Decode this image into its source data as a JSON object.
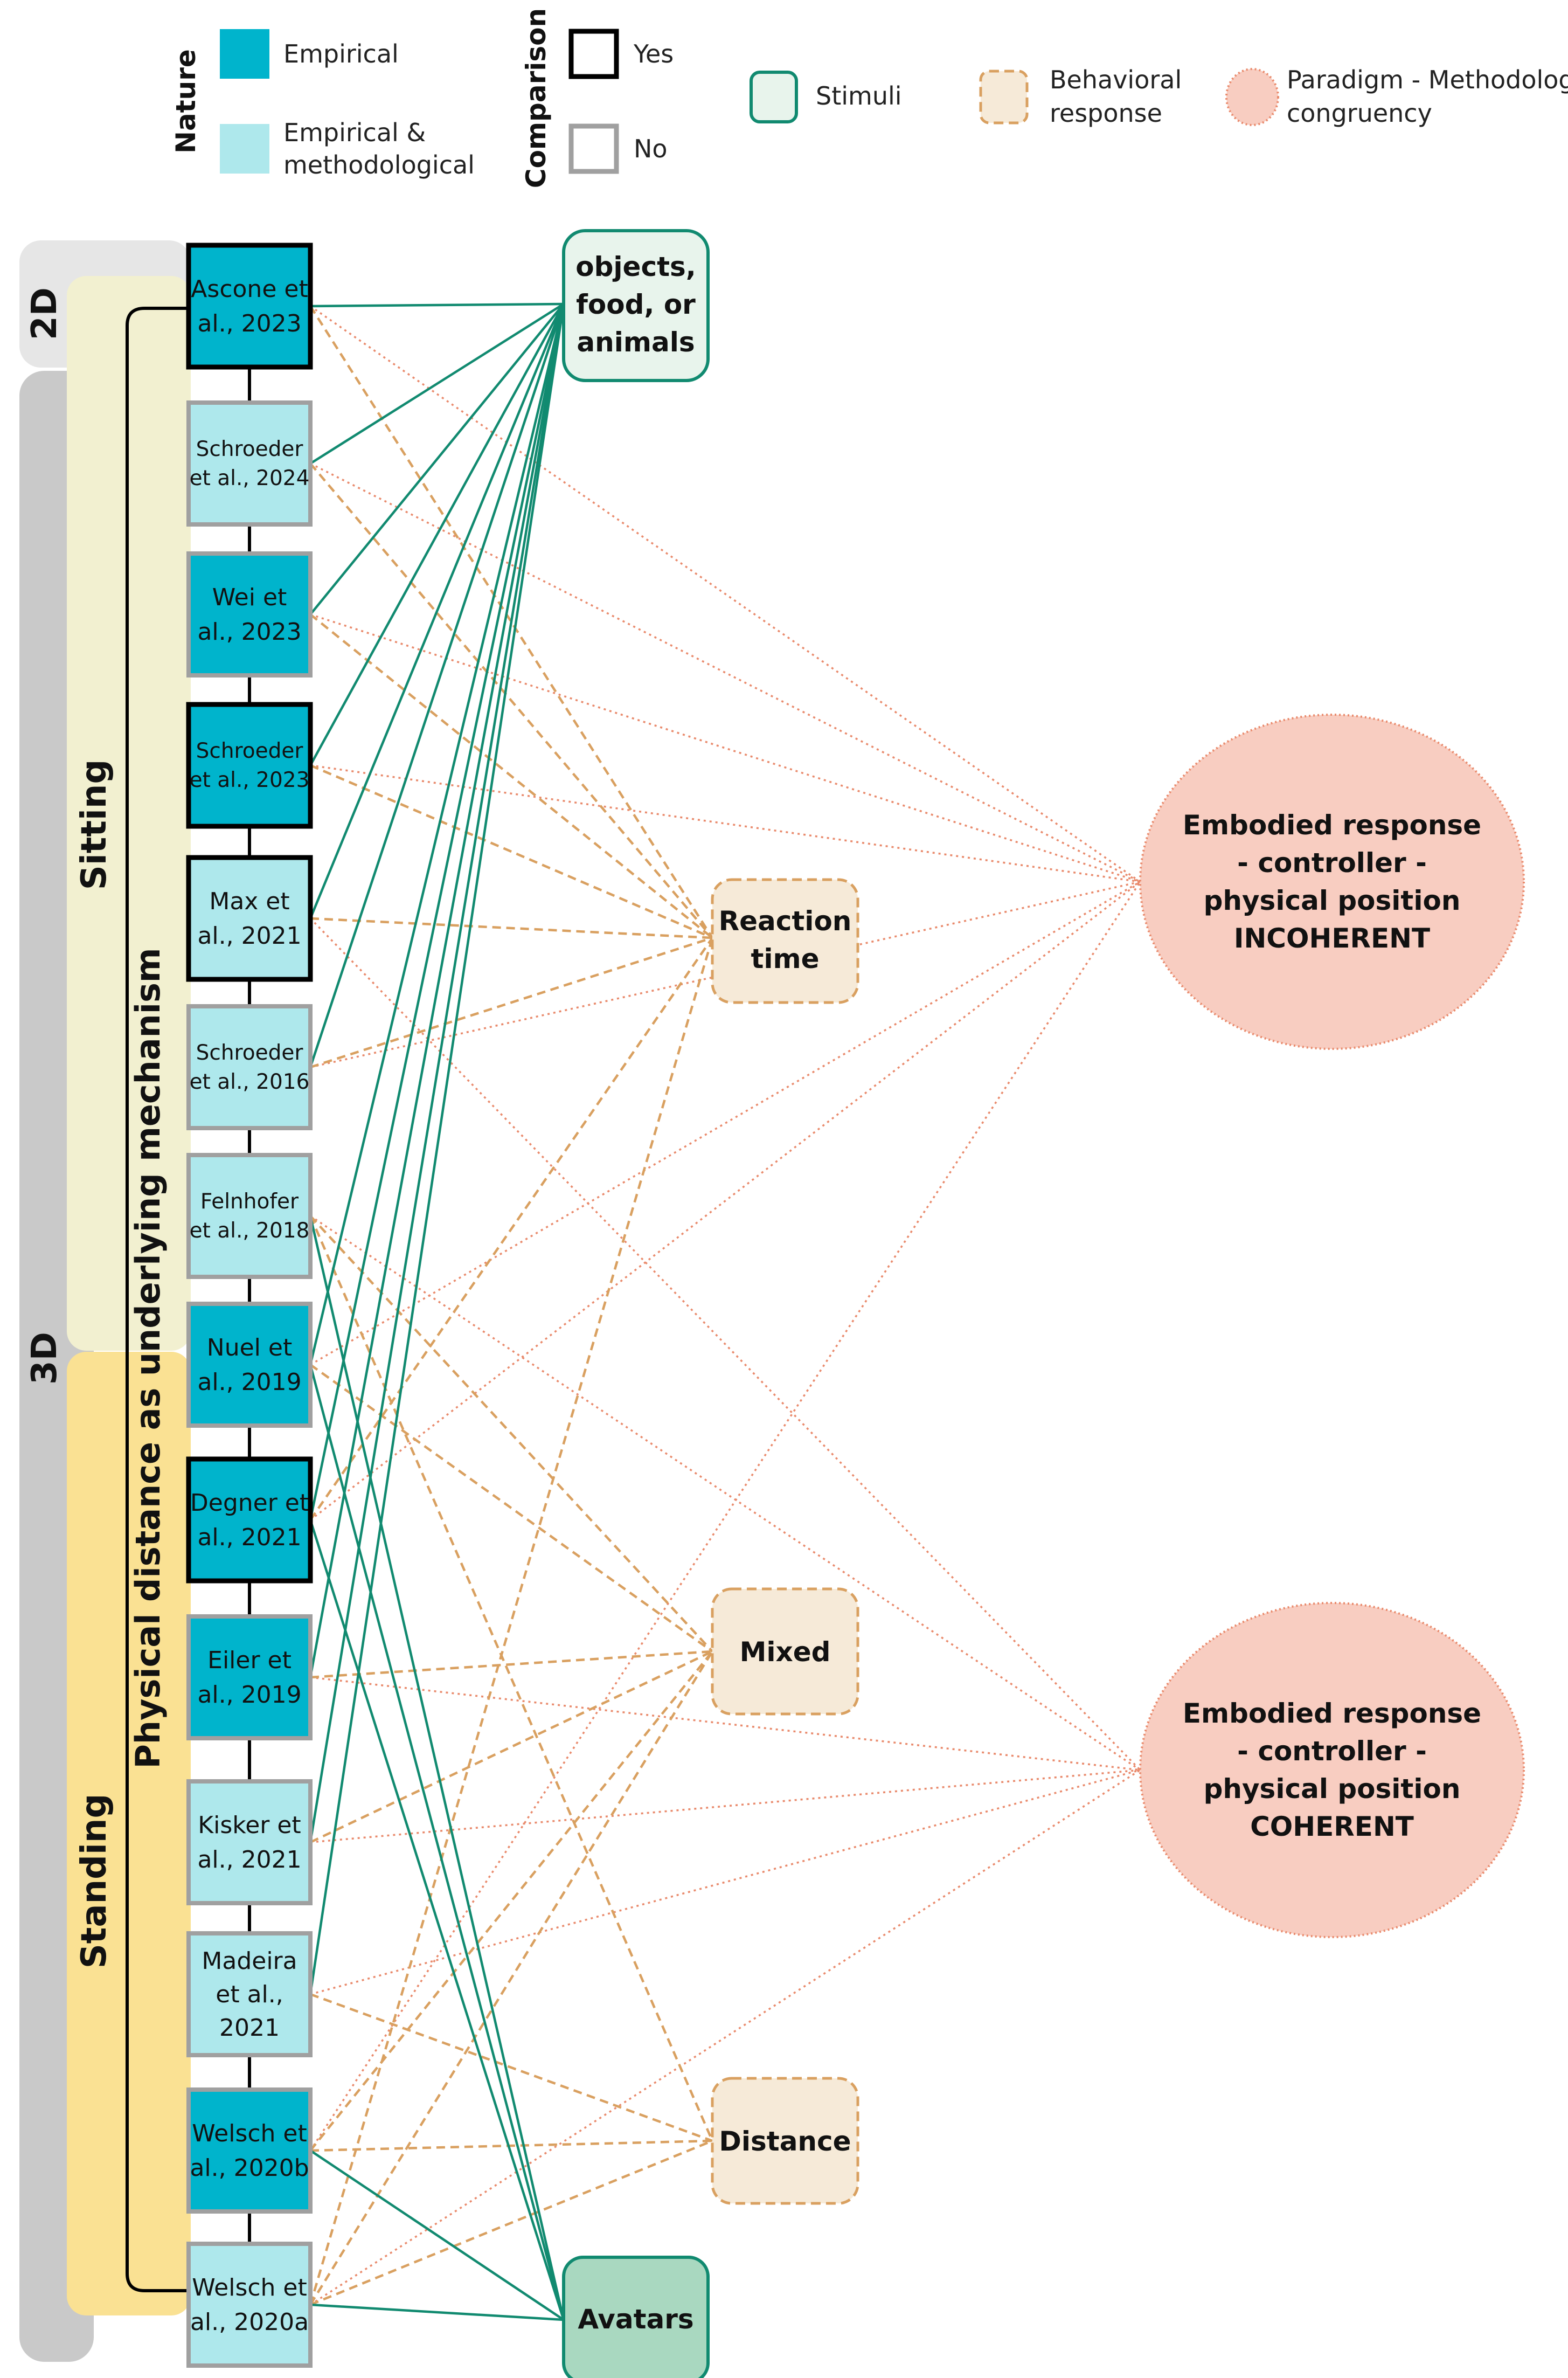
{
  "legend": {
    "nature": {
      "heading": "Nature",
      "items": [
        {
          "label": "Empirical",
          "color": "#00b4cc"
        },
        {
          "label": "Empirical &\nmethodological",
          "color": "#aee8ec"
        }
      ]
    },
    "comparison": {
      "heading": "Comparison",
      "items": [
        {
          "label": "Yes",
          "border": "#000000"
        },
        {
          "label": "No",
          "border": "#a0a0a0"
        }
      ]
    },
    "stimuli": {
      "label": "Stimuli",
      "color": "#118a70"
    },
    "behavioral": {
      "label": "Behavioral\nresponse",
      "color": "#d9a060"
    },
    "paradigm": {
      "label": "Paradigm - Methodology\ncongruency",
      "color": "#e98a6c"
    }
  },
  "groups": {
    "dimension_2d": "2D",
    "dimension_3d": "3D",
    "sitting": "Sitting",
    "standing": "Standing",
    "mechanism": "Physical distance as underlying mechanism"
  },
  "studies": [
    {
      "label": "Ascone et\nal., 2023",
      "nature": "empirical",
      "comparison": "yes"
    },
    {
      "label": "Schroeder\net al., 2024",
      "nature": "methodological",
      "comparison": "no"
    },
    {
      "label": "Wei et\nal., 2023",
      "nature": "empirical",
      "comparison": "no"
    },
    {
      "label": "Schroeder\net al., 2023",
      "nature": "empirical",
      "comparison": "yes"
    },
    {
      "label": "Max et\nal., 2021",
      "nature": "methodological",
      "comparison": "yes"
    },
    {
      "label": "Schroeder\net al., 2016",
      "nature": "methodological",
      "comparison": "no"
    },
    {
      "label": "Felnhofer\net al., 2018",
      "nature": "methodological",
      "comparison": "no"
    },
    {
      "label": "Nuel et\nal., 2019",
      "nature": "empirical",
      "comparison": "no"
    },
    {
      "label": "Degner et\nal., 2021",
      "nature": "empirical",
      "comparison": "yes"
    },
    {
      "label": "Eiler et\nal., 2019",
      "nature": "empirical",
      "comparison": "no"
    },
    {
      "label": "Kisker et\nal., 2021",
      "nature": "methodological",
      "comparison": "no"
    },
    {
      "label": "Madeira\net al.,\n2021",
      "nature": "methodological",
      "comparison": "no"
    },
    {
      "label": "Welsch et\nal., 2020b",
      "nature": "empirical",
      "comparison": "no"
    },
    {
      "label": "Welsch et\nal., 2020a",
      "nature": "methodological",
      "comparison": "no"
    }
  ],
  "stimuli_nodes": {
    "objects": "objects,\nfood, or\nanimals",
    "avatars": "Avatars"
  },
  "response_nodes": {
    "reaction": "Reaction\ntime",
    "mixed": "Mixed",
    "distance": "Distance"
  },
  "congruency_nodes": {
    "incoherent": "Embodied response\n- controller -\nphysical position\nINCOHERENT",
    "coherent": "Embodied response\n- controller -\nphysical position\nCOHERENT"
  },
  "links": {
    "stimuli": [
      [
        0,
        "objects"
      ],
      [
        1,
        "objects"
      ],
      [
        2,
        "objects"
      ],
      [
        3,
        "objects"
      ],
      [
        4,
        "objects"
      ],
      [
        5,
        "objects"
      ],
      [
        7,
        "objects"
      ],
      [
        8,
        "objects"
      ],
      [
        9,
        "objects"
      ],
      [
        10,
        "objects"
      ],
      [
        11,
        "objects"
      ],
      [
        6,
        "avatars"
      ],
      [
        7,
        "avatars"
      ],
      [
        8,
        "avatars"
      ],
      [
        12,
        "avatars"
      ],
      [
        13,
        "avatars"
      ]
    ],
    "response": [
      [
        0,
        "reaction"
      ],
      [
        1,
        "reaction"
      ],
      [
        2,
        "reaction"
      ],
      [
        3,
        "reaction"
      ],
      [
        4,
        "reaction"
      ],
      [
        5,
        "reaction"
      ],
      [
        8,
        "reaction"
      ],
      [
        13,
        "reaction"
      ],
      [
        6,
        "mixed"
      ],
      [
        7,
        "mixed"
      ],
      [
        9,
        "mixed"
      ],
      [
        10,
        "mixed"
      ],
      [
        12,
        "mixed"
      ],
      [
        13,
        "mixed"
      ],
      [
        6,
        "distance"
      ],
      [
        11,
        "distance"
      ],
      [
        12,
        "distance"
      ],
      [
        13,
        "distance"
      ]
    ],
    "congruency": [
      [
        0,
        "incoherent"
      ],
      [
        1,
        "incoherent"
      ],
      [
        2,
        "incoherent"
      ],
      [
        3,
        "incoherent"
      ],
      [
        5,
        "incoherent"
      ],
      [
        7,
        "incoherent"
      ],
      [
        8,
        "incoherent"
      ],
      [
        12,
        "incoherent"
      ],
      [
        4,
        "coherent"
      ],
      [
        6,
        "coherent"
      ],
      [
        9,
        "coherent"
      ],
      [
        10,
        "coherent"
      ],
      [
        11,
        "coherent"
      ],
      [
        13,
        "coherent"
      ]
    ]
  }
}
